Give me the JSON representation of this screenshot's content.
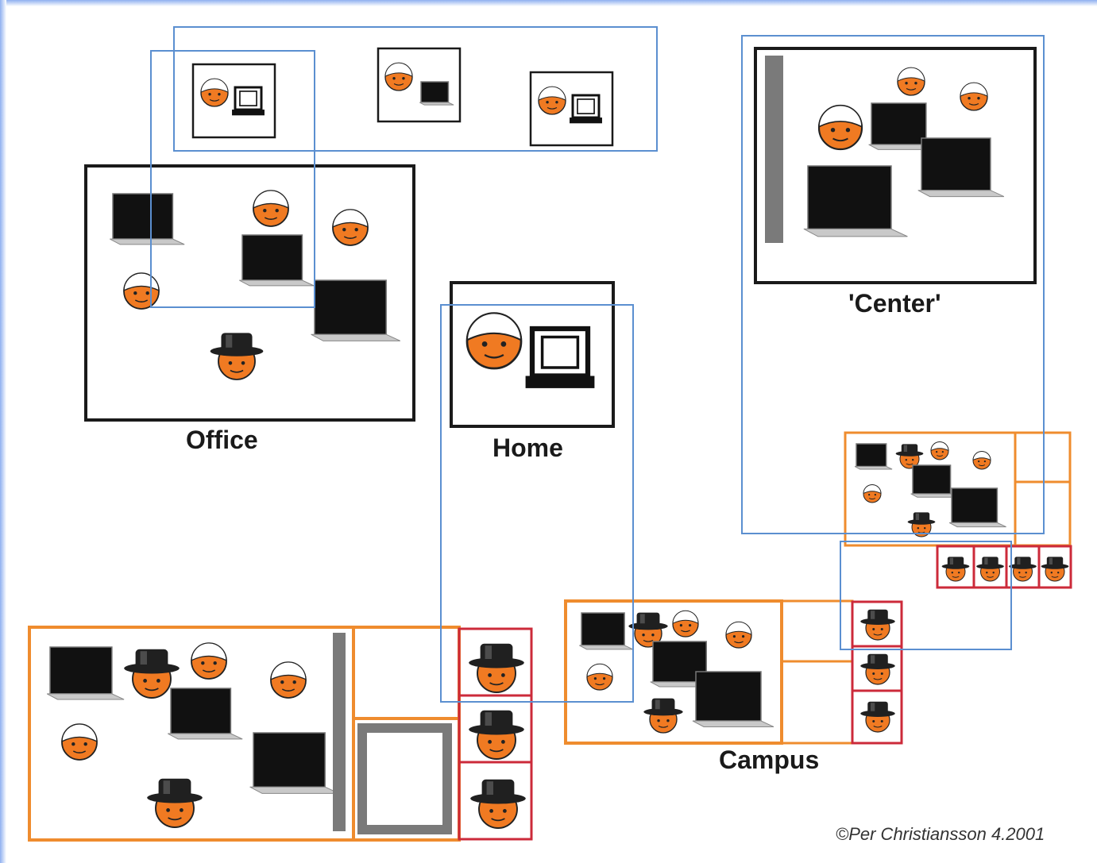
{
  "labels": {
    "office": "Office",
    "home": "Home",
    "center": "'Center'",
    "campus": "Campus"
  },
  "copyright": "©Per Christiansson 4.2001",
  "colors": {
    "black_frame": "#1a1a1a",
    "blue_frame": "#5b8fd0",
    "orange_frame": "#ef8c2e",
    "red_frame": "#cc2a3a",
    "gray_bar": "#7a7a7a",
    "face": "#f07a22",
    "hair": "#ffffff",
    "hat": "#202020",
    "laptop": "#111111",
    "laptop_base": "#c9c9c9"
  },
  "icons": {
    "person": "face-icon",
    "hatted_person": "top-hat-person-icon",
    "computer": "laptop-icon",
    "old_computer": "desktop-terminal-icon"
  }
}
